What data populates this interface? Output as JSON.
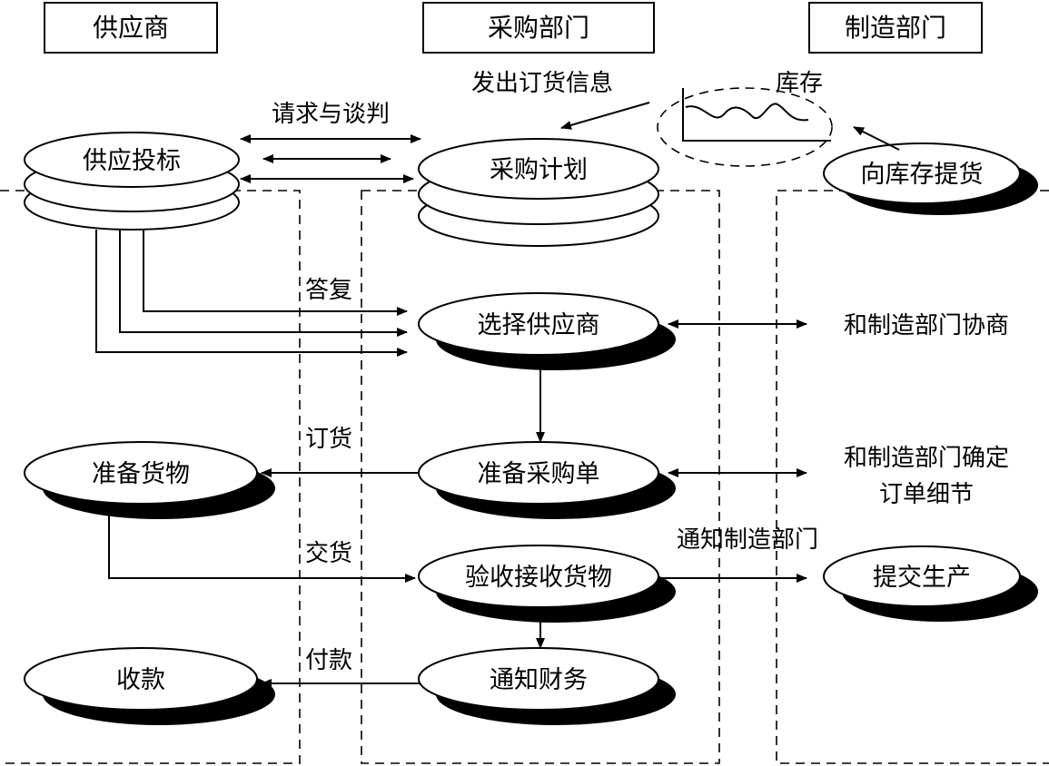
{
  "headers": {
    "supplier": "供应商",
    "purchasing": "采购部门",
    "manufacturing": "制造部门"
  },
  "nodes": {
    "supply_bid": "供应投标",
    "purchase_plan": "采购计划",
    "pick_from_inventory": "向库存提货",
    "select_supplier": "选择供应商",
    "prepare_po": "准备采购单",
    "receive_goods": "验收接收货物",
    "notify_finance": "通知财务",
    "prepare_goods": "准备货物",
    "collect_payment": "收款",
    "submit_production": "提交生产"
  },
  "labels": {
    "send_order_info": "发出订货信息",
    "inventory": "库存",
    "request_negotiate": "请求与谈判",
    "reply": "答复",
    "negotiate_mfg": "和制造部门协商",
    "order": "订货",
    "confirm_line1": "和制造部门确定",
    "confirm_line2": "订单细节",
    "delivery": "交货",
    "notify_mfg": "通知制造部门",
    "payment": "付款"
  }
}
